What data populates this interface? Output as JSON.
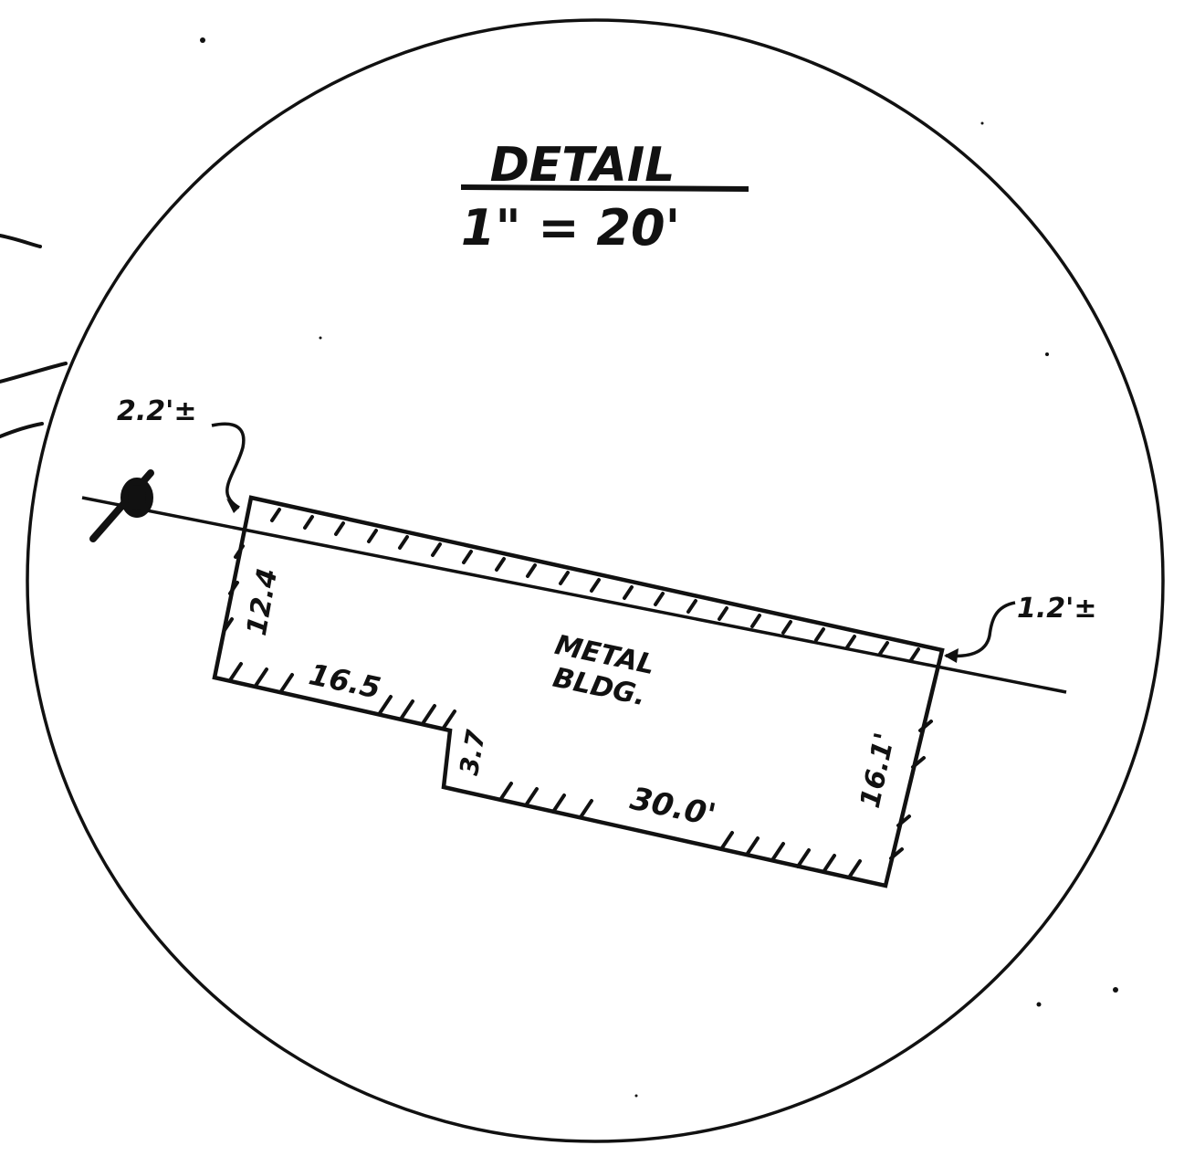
{
  "detail": {
    "title": "DETAIL",
    "scale": "1\" = 20'"
  },
  "offsets": {
    "left": "2.2'±",
    "right": "1.2'±"
  },
  "building": {
    "name_line1": "METAL",
    "name_line2": "BLDG."
  },
  "dimensions": {
    "left_side": "12.4",
    "bottom_left": "16.5",
    "jog": "3.7",
    "bottom_right": "30.0'",
    "right_side": "16.1'"
  },
  "colors": {
    "ink": "#111111",
    "paper": "#ffffff"
  }
}
